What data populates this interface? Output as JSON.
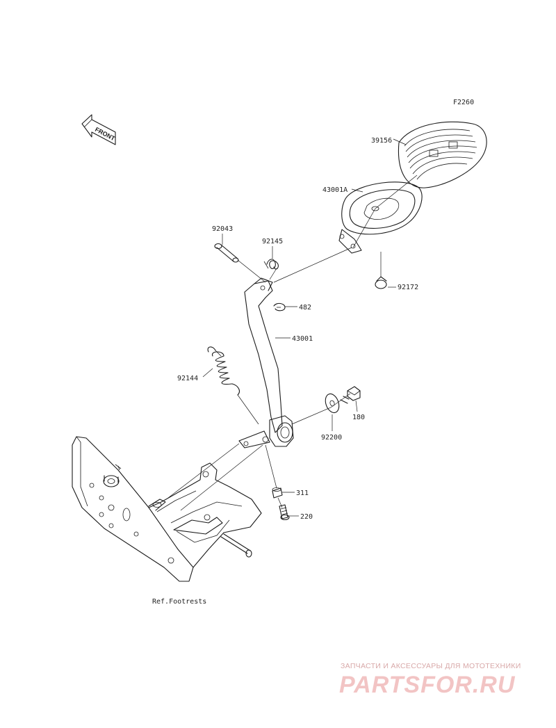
{
  "figure_code": "F2260",
  "front_badge": "FRONT",
  "parts": {
    "p39156": "39156",
    "p43001A": "43001A",
    "p92172": "92172",
    "p92043": "92043",
    "p92145": "92145",
    "p482": "482",
    "p43001": "43001",
    "p92144": "92144",
    "p180": "180",
    "p92200": "92200",
    "p311": "311",
    "p220": "220"
  },
  "ref_note": "Ref.Footrests",
  "watermark": {
    "tagline": "ЗАПЧАСТИ И АКСЕССУАРЫ ДЛЯ МОТОТЕХНИКИ",
    "logo": "PARTSFOR.RU"
  }
}
